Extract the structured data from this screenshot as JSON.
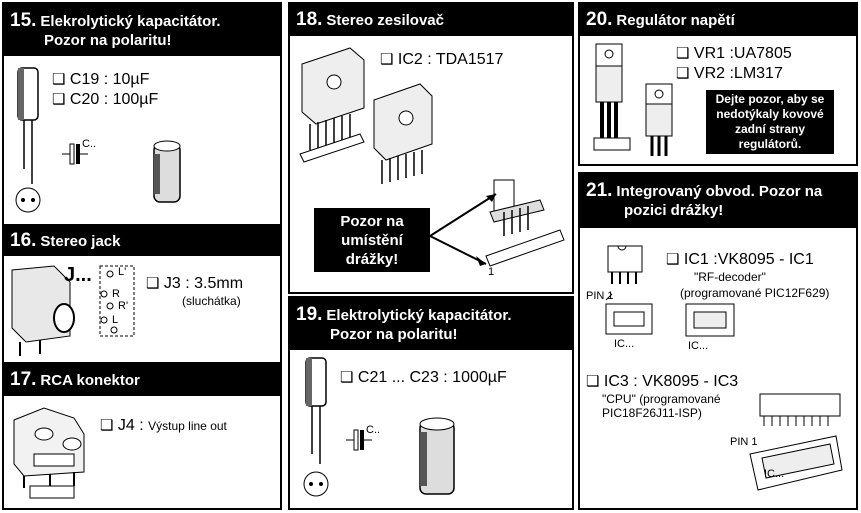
{
  "checkbox_glyph": "❑",
  "p15": {
    "num": "15.",
    "title1": "Elekrolytický kapacitátor.",
    "title2": "Pozor na polaritu!",
    "line1": "C19  :  10µF",
    "line2": "C20  :  100µF",
    "cap_label": "C..",
    "pol_mark": "+"
  },
  "p16": {
    "num": "16.",
    "title": "Stereo jack",
    "line1": "J3 : 3.5mm",
    "sub": "(sluchátka)",
    "j_label": "J...",
    "pin_l": "L'",
    "pin_r": "R",
    "pin_r2": "R'",
    "pin_l2": "L"
  },
  "p17": {
    "num": "17.",
    "title": "RCA konektor",
    "line1": "J4 :",
    "line1b": "Výstup line out"
  },
  "p18": {
    "num": "18.",
    "title": "Stereo zesilovač",
    "line1": "IC2 : TDA1517",
    "note": "Pozor na umístění drážky!",
    "pin1": "1"
  },
  "p19": {
    "num": "19.",
    "title1": "Elektrolytický kapacitátor.",
    "title2": "Pozor na polaritu!",
    "line1": "C21 ... C23  :  1000µF",
    "cap_label": "C.."
  },
  "p20": {
    "num": "20.",
    "title": "Regulátor napětí",
    "line1": "VR1  :UA7805",
    "line2": "VR2  :LM317",
    "note": "Dejte pozor, aby se nedotýkaly kovové zadní strany regulátorů."
  },
  "p21": {
    "num": "21.",
    "title1": "Integrovaný obvod. Pozor na",
    "title2": "pozici drážky!",
    "ic1": "IC1 :VK8095 - IC1",
    "ic1_sub1": "\"RF-decoder\"",
    "ic1_sub2": "(programované PIC12F629)",
    "ic3": "IC3  :  VK8095 - IC3",
    "ic3_sub1": "\"CPU\" (programované",
    "ic3_sub2": "PIC18F26J11-ISP)",
    "pin1_a": "PIN 1",
    "pin1_b": "PIN 1",
    "ic_label": "IC..."
  }
}
